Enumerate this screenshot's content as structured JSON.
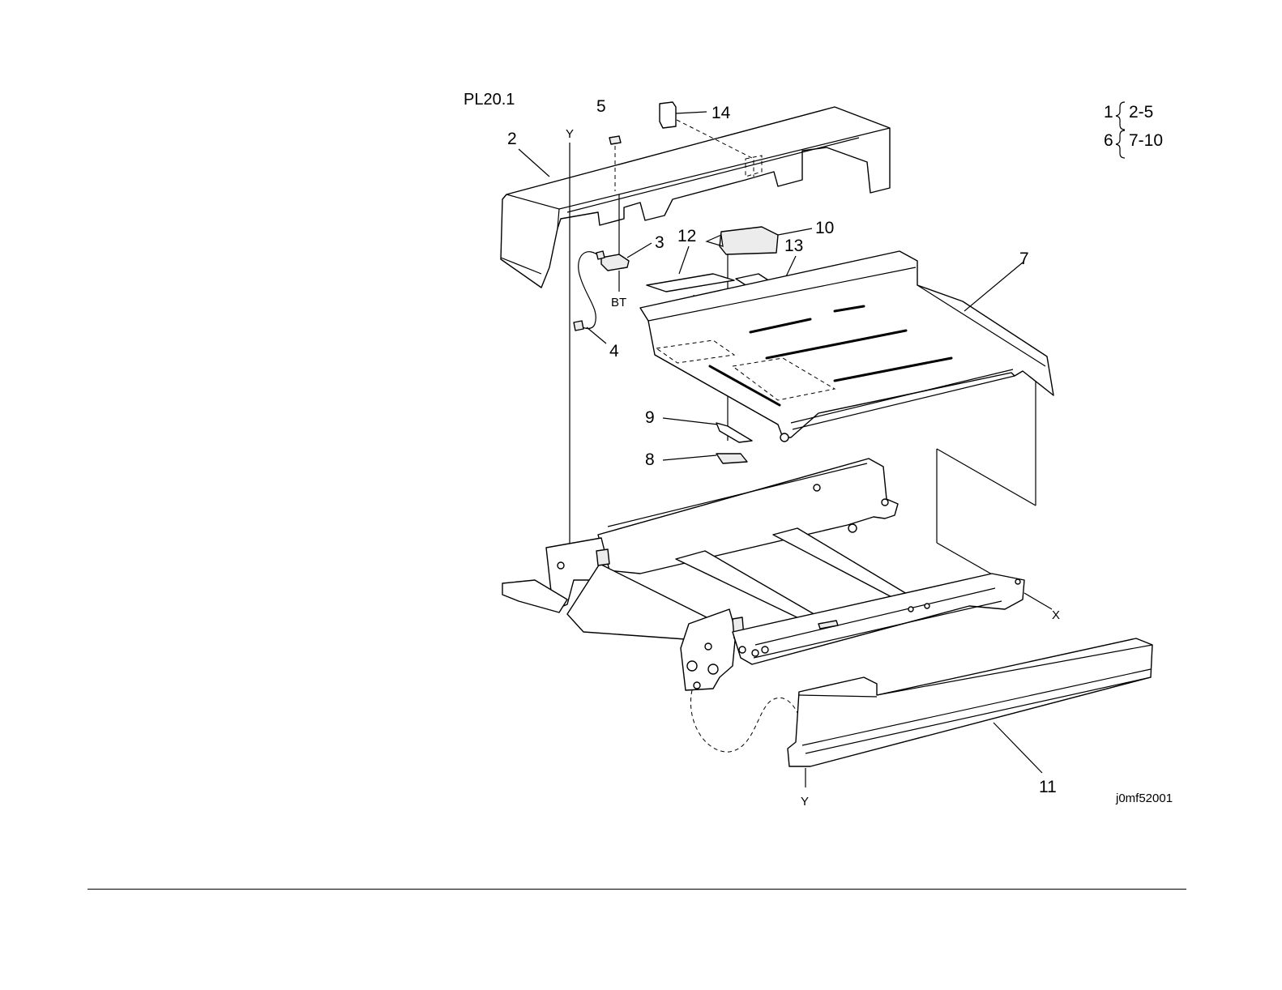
{
  "page": {
    "title": "PL20.1",
    "image_id": "j0mf52001"
  },
  "legend": [
    {
      "parent": "1",
      "range": "2-5"
    },
    {
      "parent": "6",
      "range": "7-10"
    }
  ],
  "callouts": {
    "c2": "2",
    "c3": "3",
    "c4": "4",
    "c5": "5",
    "c7": "7",
    "c8": "8",
    "c9": "9",
    "c10": "10",
    "c11": "11",
    "c12": "12",
    "c13": "13",
    "c14": "14"
  },
  "reference_marks": {
    "y_top": "Y",
    "y_bottom": "Y",
    "x": "X",
    "bt": "BT"
  }
}
